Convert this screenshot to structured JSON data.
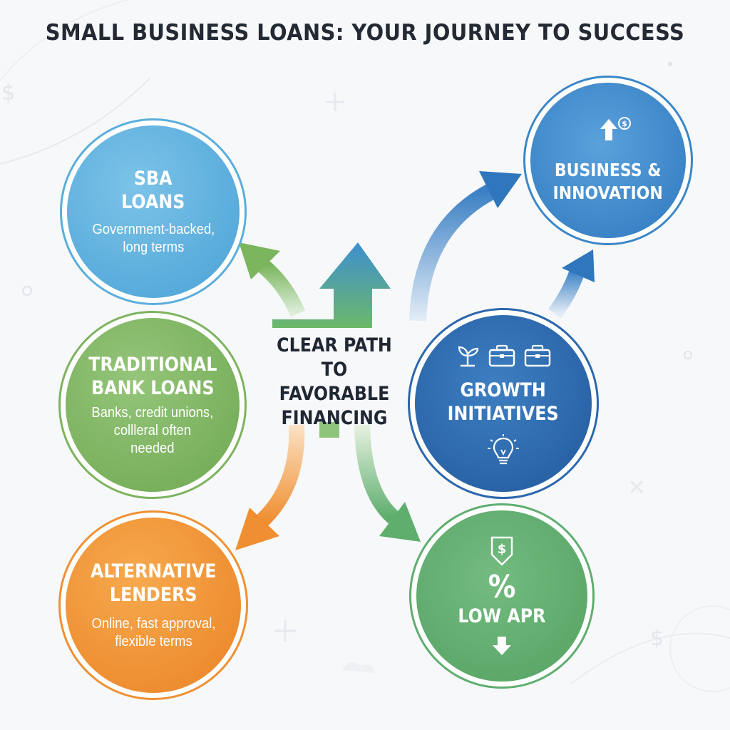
{
  "title": "SMALL BUSINESS LOANS: YOUR JOURNEY TO SUCCESS",
  "center": {
    "label": "CLEAR PATH\nTO FAVORABLE\nFINANCING"
  },
  "nodes": {
    "sba": {
      "title": "SBA\nLOANS",
      "subtitle": "Government-backed,\nlong terms",
      "color": "#5aaedc"
    },
    "traditional": {
      "title": "TRADITIONAL\nBANK LOANS",
      "subtitle": "Banks, credit unions,\ncollleral often\nneeded",
      "color": "#7db35f"
    },
    "alternative": {
      "title": "ALTERNATIVE\nLENDERS",
      "subtitle": "Online, fast approval,\nflexible terms",
      "color": "#ef9032"
    },
    "business": {
      "title": "BUSINESS &\nINNOVATION",
      "color": "#3b86c8",
      "icons": [
        "up-arrow-icon",
        "dollar-coin-icon"
      ]
    },
    "growth": {
      "title": "GROWTH\nINITIATIVES",
      "color": "#2b67ad",
      "icons": [
        "sprout-icon",
        "briefcase-icon",
        "briefcase-icon",
        "lightbulb-icon"
      ]
    },
    "apr": {
      "title": "LOW APR",
      "symbol": "%",
      "color": "#5fae6e",
      "icons": [
        "dollar-down-icon",
        "down-arrow-icon"
      ]
    }
  },
  "colors": {
    "blue": "#3d8fd0",
    "green": "#7bb65e",
    "orange": "#ef8f32",
    "dark_blue": "#2b67ad"
  }
}
